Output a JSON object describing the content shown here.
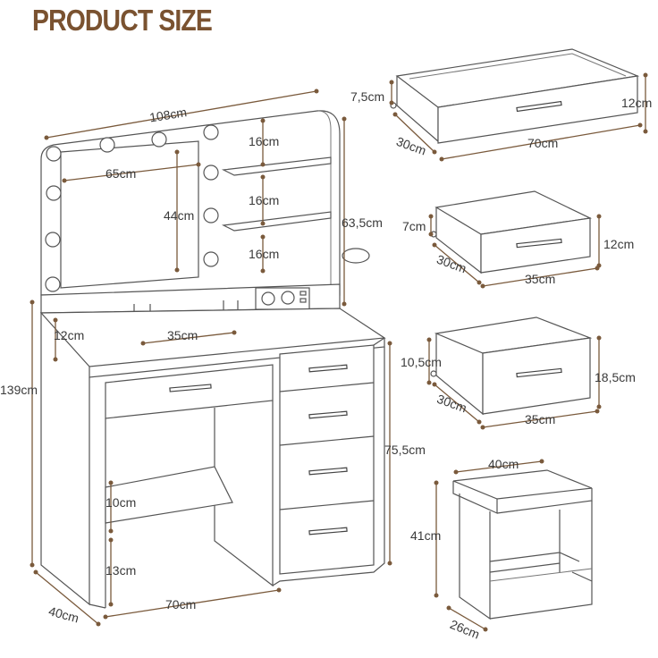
{
  "title": "PRODUCT SIZE",
  "vanity": {
    "total_width": "108cm",
    "total_height": "139cm",
    "depth": "40cm",
    "mirror_width": "65cm",
    "mirror_height": "44cm",
    "shelf_gap_top": "16cm",
    "shelf_gap_middle": "16cm",
    "shelf_gap_bottom": "16cm",
    "hutch_height": "63,5cm",
    "cubby_height": "12cm",
    "cubby_width": "35cm",
    "desk_height": "75,5cm",
    "shelf_clearance": "10cm",
    "bottom_clearance": "13cm",
    "desk_width": "70cm"
  },
  "drawer_large": {
    "height_front": "7,5cm",
    "depth": "30cm",
    "width": "70cm",
    "height": "12cm"
  },
  "drawer_small": {
    "height_front": "7cm",
    "depth": "30cm",
    "width": "35cm",
    "height": "12cm"
  },
  "drawer_tall": {
    "height_front": "10,5cm",
    "depth": "30cm",
    "width": "35cm",
    "height": "18,5cm"
  },
  "stool": {
    "width": "40cm",
    "height": "41cm",
    "depth": "26cm"
  }
}
